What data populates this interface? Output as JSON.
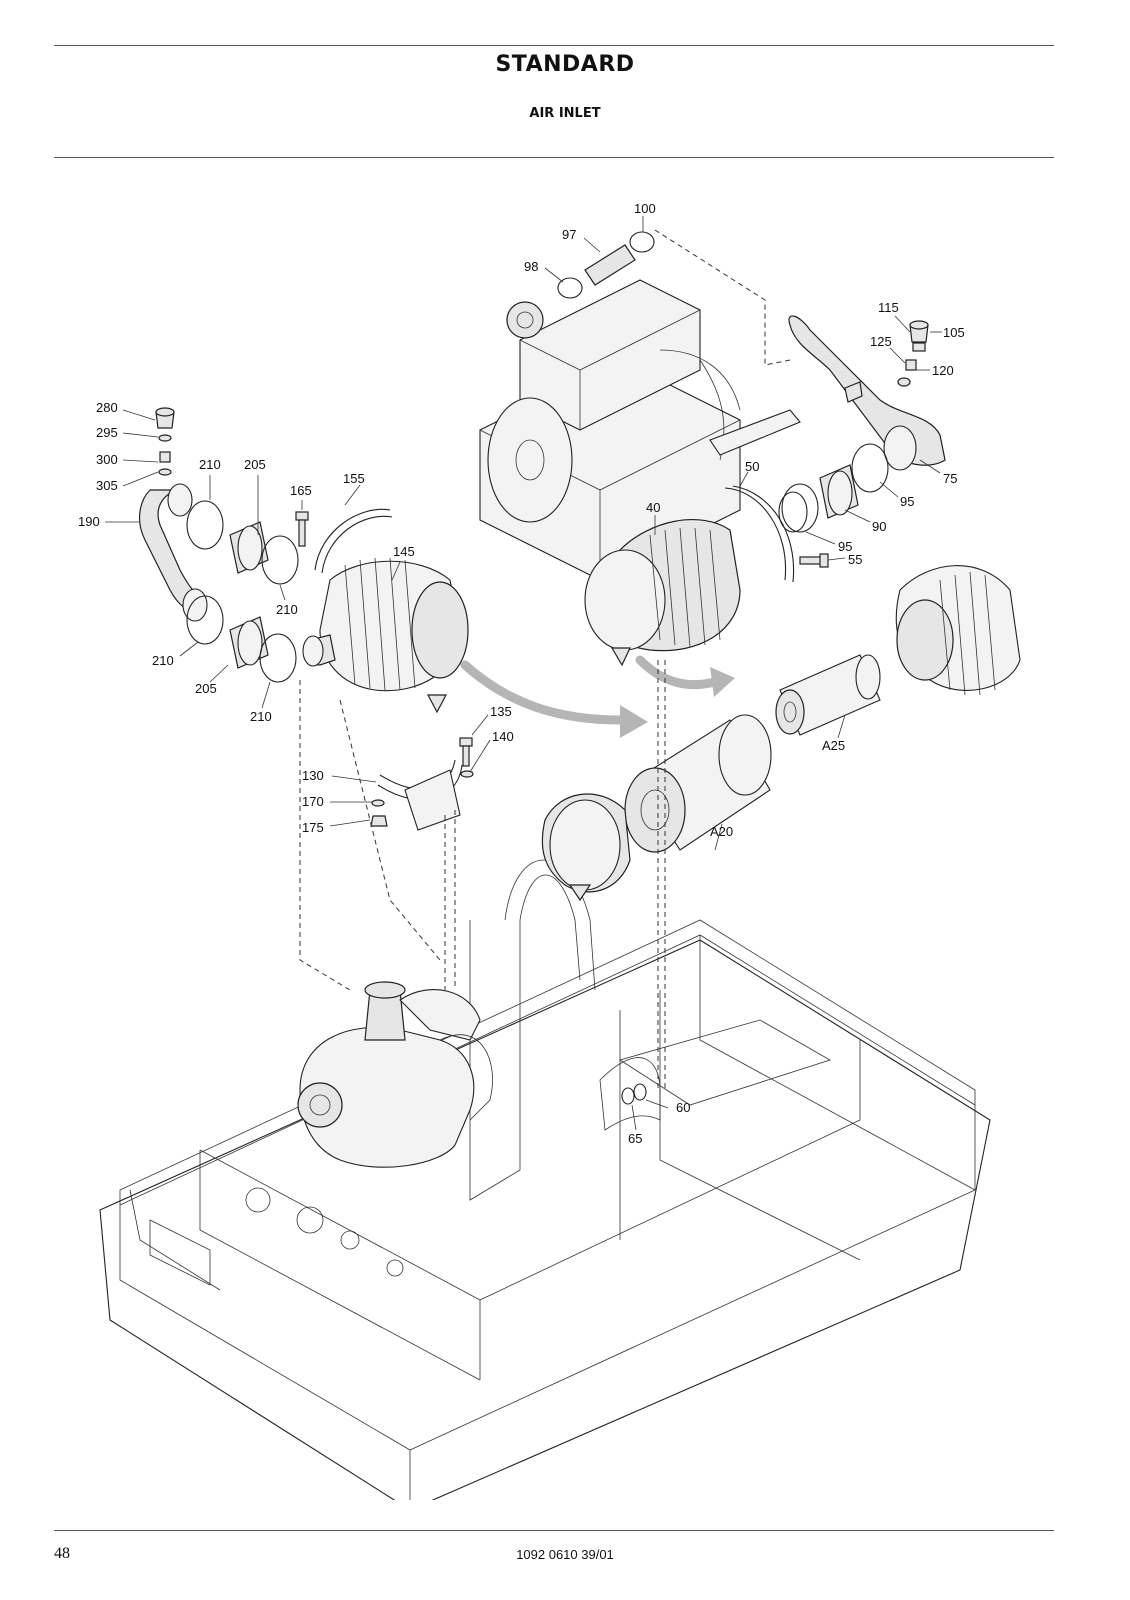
{
  "header": {
    "title": "STANDARD",
    "subtitle": "AIR INLET"
  },
  "footer": {
    "page_number": "48",
    "doc_number": "1092 0610 39/01"
  },
  "callouts": [
    "100",
    "97",
    "98",
    "115",
    "105",
    "125",
    "120",
    "75",
    "95",
    "90",
    "95",
    "55",
    "50",
    "40",
    "280",
    "295",
    "300",
    "305",
    "190",
    "210",
    "205",
    "165",
    "155",
    "145",
    "210",
    "210",
    "205",
    "210",
    "135",
    "140",
    "130",
    "170",
    "175",
    "A25",
    "A20",
    "60",
    "65"
  ]
}
